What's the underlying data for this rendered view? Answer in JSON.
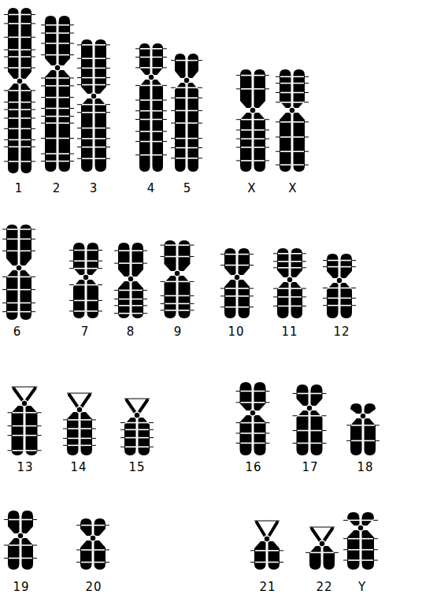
{
  "diagram": {
    "labels": [
      "1",
      "2",
      "3",
      "4",
      "5",
      "X",
      "X",
      "6",
      "7",
      "8",
      "9",
      "10",
      "11",
      "12",
      "13",
      "14",
      "15",
      "16",
      "17",
      "18",
      "19",
      "20",
      "21",
      "22",
      "Y"
    ]
  }
}
